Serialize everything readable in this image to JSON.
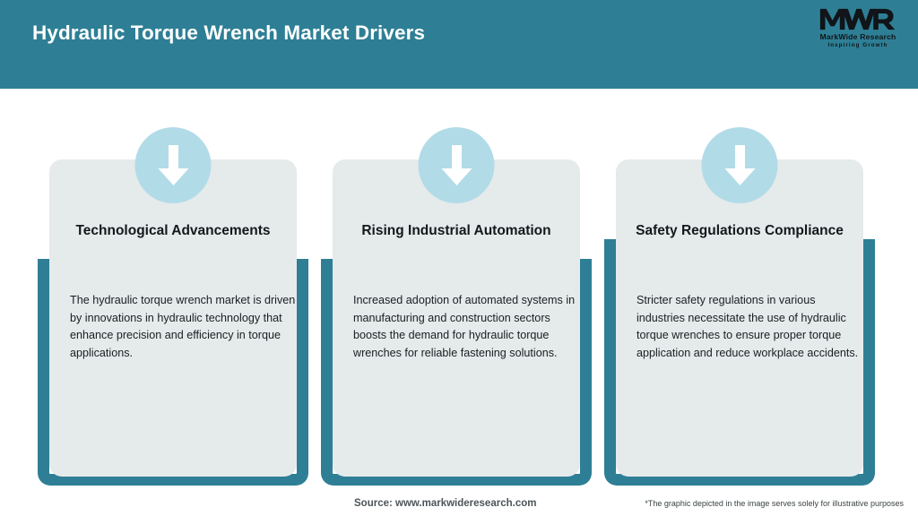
{
  "header": {
    "title": "Hydraulic Torque Wrench Market Drivers",
    "background_color": "#2e7f95",
    "title_color": "#ffffff"
  },
  "logo": {
    "mark": "MWR",
    "company": "MarkWide Research",
    "tagline": "Inspiring Growth"
  },
  "theme": {
    "accent": "#2e7f95",
    "panel": "#e5eaeb",
    "badge": "#b2dbe8",
    "arrow": "#ffffff"
  },
  "cards": [
    {
      "icon": "arrow-down-icon",
      "title": "Technological Advancements",
      "body": "The hydraulic torque wrench market is driven by innovations in hydraulic technology that enhance precision and efficiency in torque applications."
    },
    {
      "icon": "arrow-down-icon",
      "title": "Rising Industrial Automation",
      "body": "Increased adoption of automated systems in manufacturing and construction sectors boosts the demand for hydraulic torque wrenches for reliable fastening solutions."
    },
    {
      "icon": "arrow-down-icon",
      "title": "Safety Regulations Compliance",
      "body": "Stricter safety regulations in various industries necessitate the use of hydraulic torque wrenches to ensure proper torque application and reduce workplace accidents."
    }
  ],
  "footer": {
    "source": "Source: www.markwideresearch.com",
    "disclaimer": "*The graphic depicted in the image serves solely for illustrative purposes"
  }
}
